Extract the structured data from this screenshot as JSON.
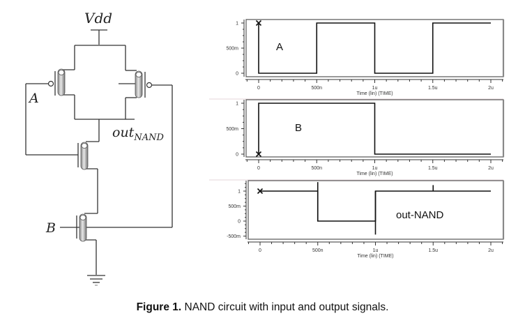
{
  "caption": {
    "label": "Figure 1.",
    "text": " NAND circuit with input and output signals."
  },
  "circuit": {
    "supply_label": "Vdd",
    "input_a_label": "A",
    "input_b_label": "B",
    "output_label_main": "out",
    "output_label_sub": "NAND",
    "components": [
      "pmos-A",
      "pmos-B",
      "nmos-A",
      "nmos-B",
      "ground"
    ]
  },
  "chart_data": [
    {
      "type": "line",
      "step": true,
      "title": "",
      "annotation": "A",
      "xlabel": "Time (lin) (TIME)",
      "ylabel": "",
      "xlim": [
        0,
        2
      ],
      "x_unit": "u",
      "ylim": [
        -0.05,
        1.05
      ],
      "x_ticks": [
        0,
        0.5,
        1,
        1.5,
        2
      ],
      "x_tick_labels": [
        "0",
        "500n",
        "1u",
        "1.5u",
        "2u"
      ],
      "y_ticks": [
        0,
        0.5,
        1
      ],
      "y_tick_labels": [
        "0",
        "500m",
        "1"
      ],
      "marker": {
        "x": 0,
        "y": 1,
        "symbol": "x"
      },
      "series": [
        {
          "name": "A",
          "x": [
            0,
            0,
            0.5,
            0.5,
            1,
            1,
            1.5,
            1.5,
            2
          ],
          "y": [
            1,
            0,
            0,
            1,
            1,
            0,
            0,
            1,
            1
          ]
        }
      ]
    },
    {
      "type": "line",
      "step": true,
      "title": "",
      "annotation": "B",
      "xlabel": "Time (lin) (TIME)",
      "ylabel": "",
      "xlim": [
        0,
        2
      ],
      "x_unit": "u",
      "ylim": [
        -0.05,
        1.05
      ],
      "x_ticks": [
        0,
        0.5,
        1,
        1.5,
        2
      ],
      "x_tick_labels": [
        "0",
        "500n",
        "1u",
        "1.5u",
        "2u"
      ],
      "y_ticks": [
        0,
        0.5,
        1
      ],
      "y_tick_labels": [
        "0",
        "500m",
        "1"
      ],
      "marker": {
        "x": 0,
        "y": 0,
        "symbol": "x"
      },
      "series": [
        {
          "name": "B",
          "x": [
            0,
            0,
            1,
            1,
            2
          ],
          "y": [
            0,
            1,
            1,
            0,
            0
          ]
        }
      ]
    },
    {
      "type": "line",
      "step": true,
      "title": "",
      "annotation": "out-NAND",
      "xlabel": "Time (lin) (TIME)",
      "ylabel": "",
      "xlim": [
        0,
        2
      ],
      "x_unit": "u",
      "ylim": [
        -0.55,
        1.35
      ],
      "x_ticks": [
        0,
        0.5,
        1,
        1.5,
        2
      ],
      "x_tick_labels": [
        "0",
        "500n",
        "1u",
        "1.5u",
        "2u"
      ],
      "y_ticks": [
        -0.5,
        0,
        0.5,
        1
      ],
      "y_tick_labels": [
        "-500m",
        "0",
        "500m",
        "1"
      ],
      "marker": {
        "x": 0,
        "y": 1,
        "symbol": "x"
      },
      "series": [
        {
          "name": "out-NAND",
          "x": [
            0,
            0.5,
            0.5,
            1,
            1,
            2
          ],
          "y": [
            1,
            1,
            0,
            0,
            1,
            1
          ]
        }
      ],
      "glitches": [
        {
          "x": 0.5,
          "y_from": 0,
          "y_to": 1.3
        },
        {
          "x": 1,
          "y_from": -0.45,
          "y_to": 1
        },
        {
          "x": 1.5,
          "y_from": 1,
          "y_to": 1.2
        }
      ]
    }
  ]
}
